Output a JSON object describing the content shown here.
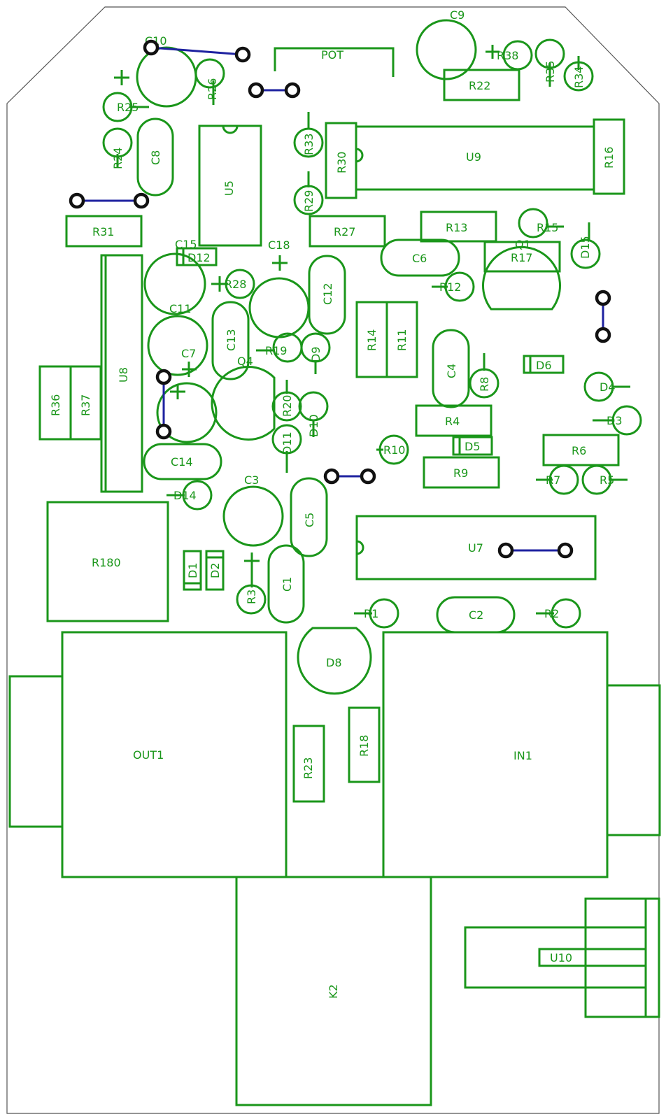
{
  "board": {
    "outline_color": "#555555",
    "silk_color": "#1a961a",
    "jumper_color": "#1e22a0",
    "pad_color": "#111111"
  },
  "labels": {
    "C10": "C10",
    "POT": "POT",
    "C9": "C9",
    "R38": "R38",
    "R35": "R35",
    "R34": "R34",
    "R22": "R22",
    "R26": "R26",
    "R25": "R25",
    "R24": "R24",
    "C8": "C8",
    "U5": "U5",
    "R33": "R33",
    "R30": "R30",
    "U9": "U9",
    "R16": "R16",
    "R29": "R29",
    "R31": "R31",
    "R27": "R27",
    "R13": "R13",
    "R15": "R15",
    "Q1": "Q1",
    "D15": "D15",
    "C15": "C15",
    "D12": "D12",
    "C18": "C18",
    "C6": "C6",
    "R17": "R17",
    "R28": "R28",
    "C12": "C12",
    "R12": "R12",
    "C11": "C11",
    "C13": "C13",
    "R14": "R14",
    "R11": "R11",
    "R19": "R19",
    "D9": "D9",
    "C4": "C4",
    "R8": "R8",
    "D6": "D6",
    "R36": "R36",
    "R37": "R37",
    "U8": "U8",
    "C7": "C7",
    "Q4": "Q4",
    "R20": "R20",
    "D4": "D4",
    "D10": "D10",
    "R4": "R4",
    "D3": "D3",
    "D11": "D11",
    "R10": "R10",
    "D5": "D5",
    "R6": "R6",
    "C14": "C14",
    "R9": "R9",
    "R7": "R7",
    "R5": "R5",
    "C3": "C3",
    "D14": "D14",
    "C5": "C5",
    "U7": "U7",
    "R180": "R180",
    "D1": "D1",
    "D2": "D2",
    "R3": "R3",
    "C1": "C1",
    "R1": "R1",
    "C2": "C2",
    "R2": "R2",
    "D8": "D8",
    "OUT1": "OUT1",
    "R23": "R23",
    "R18": "R18",
    "IN1": "IN1",
    "U10": "U10",
    "K2": "K2"
  }
}
